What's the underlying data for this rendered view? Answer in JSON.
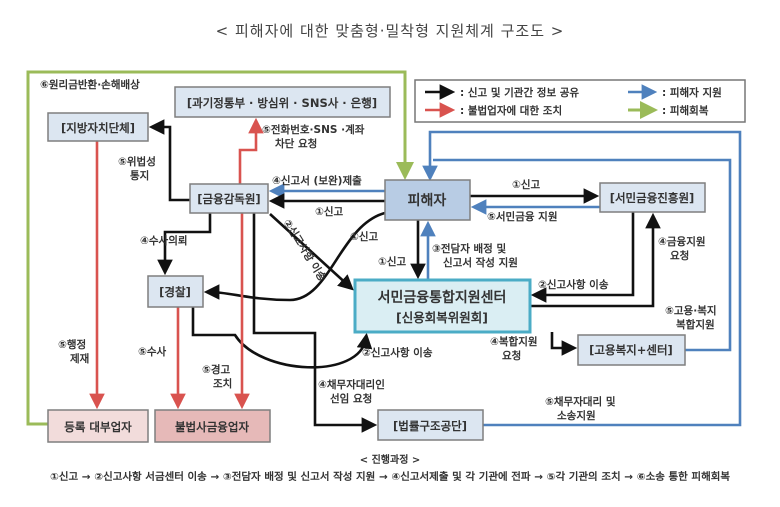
{
  "title": "< 피해자에 대한 맞춤형·밀착형 지원체계 구조도 >",
  "colors": {
    "black": "#111111",
    "red": "#d9534f",
    "blue": "#4f81bd",
    "green": "#9bbb59"
  },
  "legend": {
    "black": ": 신고 및 기관간 정보 공유",
    "red": ": 불법업자에 대한 조치",
    "blue": ": 피해자 지원",
    "green": ": 피해회복"
  },
  "nodes": {
    "victim": "피해자",
    "fss": "[금융감독원]",
    "msit": "[과기정통부 · 방심위 · SNS사 · 은행]",
    "local_gov": "[지방자치단체]",
    "kinfa": "[서민금융진흥원]",
    "police": "[경찰]",
    "center_line1": "서민금융통합지원센터",
    "center_line2": "[신용회복위원회]",
    "employment": "[고용복지+센터]",
    "legal_aid": "[법률구조공단]",
    "registered_lender": "등록 대부업자",
    "illegal_lender": "불법사금융업자"
  },
  "edges": {
    "restitution": "⑥원리금반환·손해배상",
    "block_request": [
      "⑤전화번호·SNS ·계좌",
      "차단 요청"
    ],
    "illegality_notice": [
      "⑤위법성",
      "통지"
    ],
    "report_submit": "④신고서 (보완)제출",
    "report_fss": "①신고",
    "report_transfer_diag": "②신고사항 이송",
    "report_police": "①신고",
    "investigation_request": "④수사의뢰",
    "report_kinfa": "①신고",
    "kinfa_support": "⑤서민금융 지원",
    "staff_assign": [
      "③전담자 배정 및",
      "신고서 작성 지원"
    ],
    "report_center": "①신고",
    "finance_request": [
      "④금융지원",
      "요청"
    ],
    "transfer_from_kinfa": "②신고사항 이송",
    "employment_support": [
      "⑤고용·복지",
      "복합지원"
    ],
    "complex_request": [
      "④복합지원",
      "요청"
    ],
    "transfer_from_police": "②신고사항 이송",
    "admin_sanction": [
      "⑤행정",
      "제재"
    ],
    "investigation": "⑤수사",
    "warning": [
      "⑤경고",
      "조치"
    ],
    "agent_request": [
      "④채무자대리인",
      "선임 요청"
    ],
    "legal_support": [
      "⑤채무자대리 및",
      "소송지원"
    ]
  },
  "process": {
    "heading": "< 진행과정 >",
    "steps": "①신고 → ②신고사항 서금센터 이송 → ③전담자 배정 및 신고서 작성 지원 → ④신고서제출 및 각 기관에 전파 → ⑤각 기관의 조치 → ⑥소송 통한 피해회복"
  }
}
